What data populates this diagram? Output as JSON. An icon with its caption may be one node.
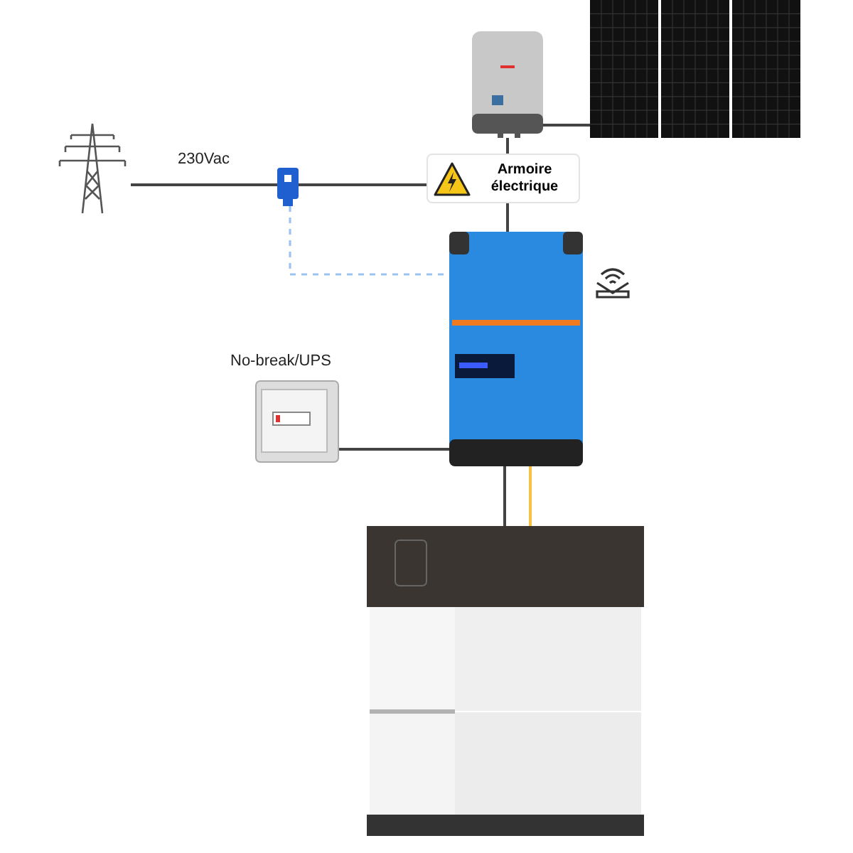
{
  "diagram": {
    "nodes": [
      {
        "text": [],
        "shape": "picture"
      },
      {
        "text": [],
        "shape": "picture"
      },
      {
        "text": [],
        "shape": "picture"
      },
      {
        "text": [],
        "shape": "picture"
      },
      {
        "text": [
          "Armoire électrique"
        ]
      },
      {
        "text": [],
        "shape": "picture"
      },
      {
        "text": [
          "No-break/UPS"
        ]
      },
      {
        "text": [],
        "shape": "picture"
      }
    ],
    "edges": [
      {
        "from": 0,
        "to": 1,
        "arrow": "none",
        "label": "230Vac"
      },
      {
        "from": 1,
        "to": 4,
        "arrow": "none"
      },
      {
        "from": 1,
        "to": 5,
        "arrow": "none",
        "style": "dashed",
        "color": "#9cc3f0"
      },
      {
        "from": 2,
        "to": 3,
        "arrow": "none"
      },
      {
        "from": 2,
        "to": 4,
        "arrow": "none"
      },
      {
        "from": 4,
        "to": 5,
        "arrow": "none"
      },
      {
        "from": 6,
        "to": 5,
        "arrow": "none"
      },
      {
        "from": 5,
        "to": 7,
        "arrow": "none"
      },
      {
        "from": 5,
        "to": 7,
        "arrow": "none",
        "color": "#f5c242"
      }
    ]
  }
}
